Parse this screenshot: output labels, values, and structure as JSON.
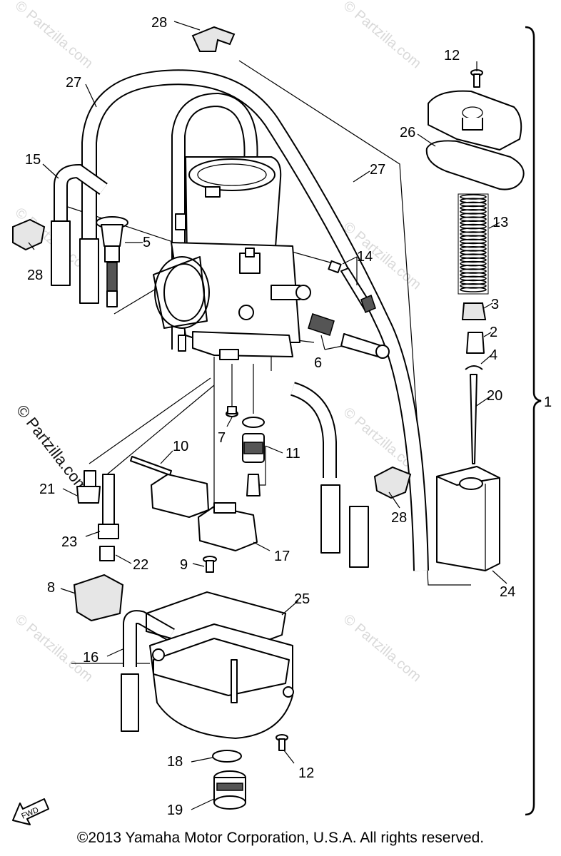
{
  "watermark": {
    "text": "© Partzilla.com",
    "side_text": "© Partzilla.com"
  },
  "fwd_label": "FWD",
  "copyright": "©2013 Yamaha Motor Corporation, U.S.A. All rights reserved.",
  "callouts": [
    {
      "id": "28a",
      "text": "28"
    },
    {
      "id": "27a",
      "text": "27"
    },
    {
      "id": "12a",
      "text": "12"
    },
    {
      "id": "26",
      "text": "26"
    },
    {
      "id": "27b",
      "text": "27"
    },
    {
      "id": "15",
      "text": "15"
    },
    {
      "id": "13",
      "text": "13"
    },
    {
      "id": "5",
      "text": "5"
    },
    {
      "id": "28b",
      "text": "28"
    },
    {
      "id": "14",
      "text": "14"
    },
    {
      "id": "3",
      "text": "3"
    },
    {
      "id": "2",
      "text": "2"
    },
    {
      "id": "4",
      "text": "4"
    },
    {
      "id": "6",
      "text": "6"
    },
    {
      "id": "20",
      "text": "20"
    },
    {
      "id": "1",
      "text": "1"
    },
    {
      "id": "7",
      "text": "7"
    },
    {
      "id": "10",
      "text": "10"
    },
    {
      "id": "11",
      "text": "11"
    },
    {
      "id": "21",
      "text": "21"
    },
    {
      "id": "28c",
      "text": "28"
    },
    {
      "id": "23",
      "text": "23"
    },
    {
      "id": "17",
      "text": "17"
    },
    {
      "id": "22",
      "text": "22"
    },
    {
      "id": "9",
      "text": "9"
    },
    {
      "id": "24",
      "text": "24"
    },
    {
      "id": "8",
      "text": "8"
    },
    {
      "id": "25",
      "text": "25"
    },
    {
      "id": "16",
      "text": "16"
    },
    {
      "id": "18",
      "text": "18"
    },
    {
      "id": "12b",
      "text": "12"
    },
    {
      "id": "19",
      "text": "19"
    }
  ]
}
